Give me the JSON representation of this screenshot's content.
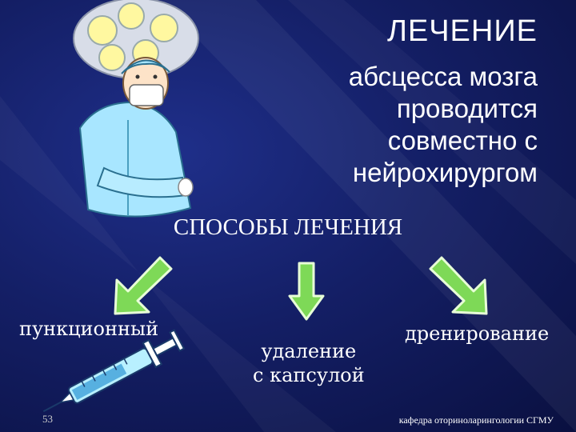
{
  "slide": {
    "title": "ЛЕЧЕНИЕ",
    "subtitle_lines": [
      "абсцесса мозга",
      "проводится",
      "совместно с",
      "нейрохирургом"
    ],
    "methods_heading": "СПОСОБЫ ЛЕЧЕНИЯ",
    "methods": [
      {
        "label": "пункционный"
      },
      {
        "label_lines": [
          "удаление",
          "с капсулой"
        ]
      },
      {
        "label": "дренирование"
      }
    ],
    "slide_number": "53",
    "footer": "кафедра оториноларингологии СГМУ"
  },
  "icons": [
    "surgeon-clipart-icon",
    "syringe-clipart-icon",
    "green-arrow-icon"
  ],
  "colors": {
    "background": "#141f66",
    "text": "#ffffff",
    "arrow_fill": "#7ed957",
    "arrow_stroke": "#e8ffd8"
  }
}
